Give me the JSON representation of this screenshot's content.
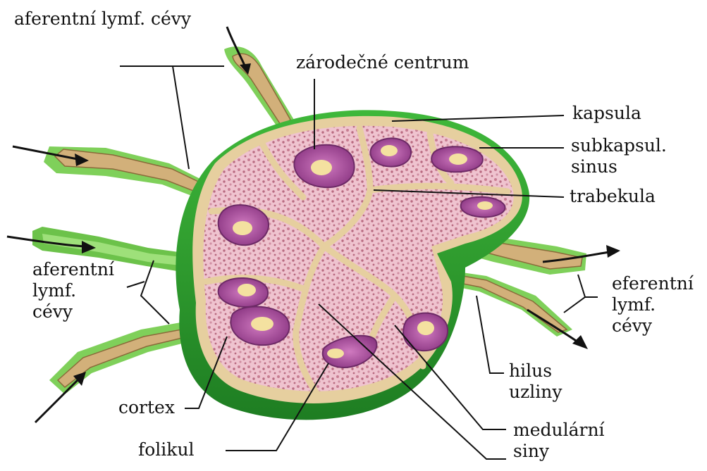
{
  "labels": {
    "afferent_top": "aferentní lymf. cévy",
    "germinal_center": "zárodečné centrum",
    "capsule": "kapsula",
    "subcapsular_sinus": [
      "subkapsul.",
      "sinus"
    ],
    "trabecula": "trabekula",
    "afferent_left": [
      "aferentní",
      "lymf.",
      "cévy"
    ],
    "efferent": [
      "eferentní",
      "lymf.",
      "cévy"
    ],
    "hilus": [
      "hilus",
      "uzliny"
    ],
    "cortex": "cortex",
    "follicle": "folikul",
    "medullary_sinus": [
      "medulární",
      "siny"
    ]
  },
  "colors": {
    "capsule_green": "#2f9e2f",
    "vessel_green": "#7fd05a",
    "tan": "#e6cf9f",
    "vessel_tan": "#d2b07a",
    "pink_tissue": "#eab4c4",
    "follicle_purple": "#a8489a",
    "center_yellow": "#f4e1a0",
    "line": "#111111"
  }
}
